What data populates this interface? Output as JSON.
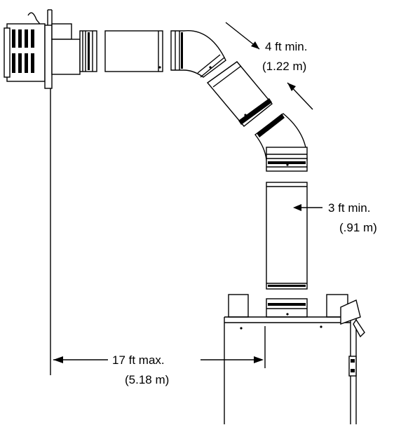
{
  "labels": {
    "elbow_spacing_ft": "4 ft min.",
    "elbow_spacing_m": "(1.22 m)",
    "vertical_ft": "3 ft min.",
    "vertical_m": "(.91 m)",
    "horizontal_ft": "17 ft max.",
    "horizontal_m": "(5.18 m)"
  }
}
